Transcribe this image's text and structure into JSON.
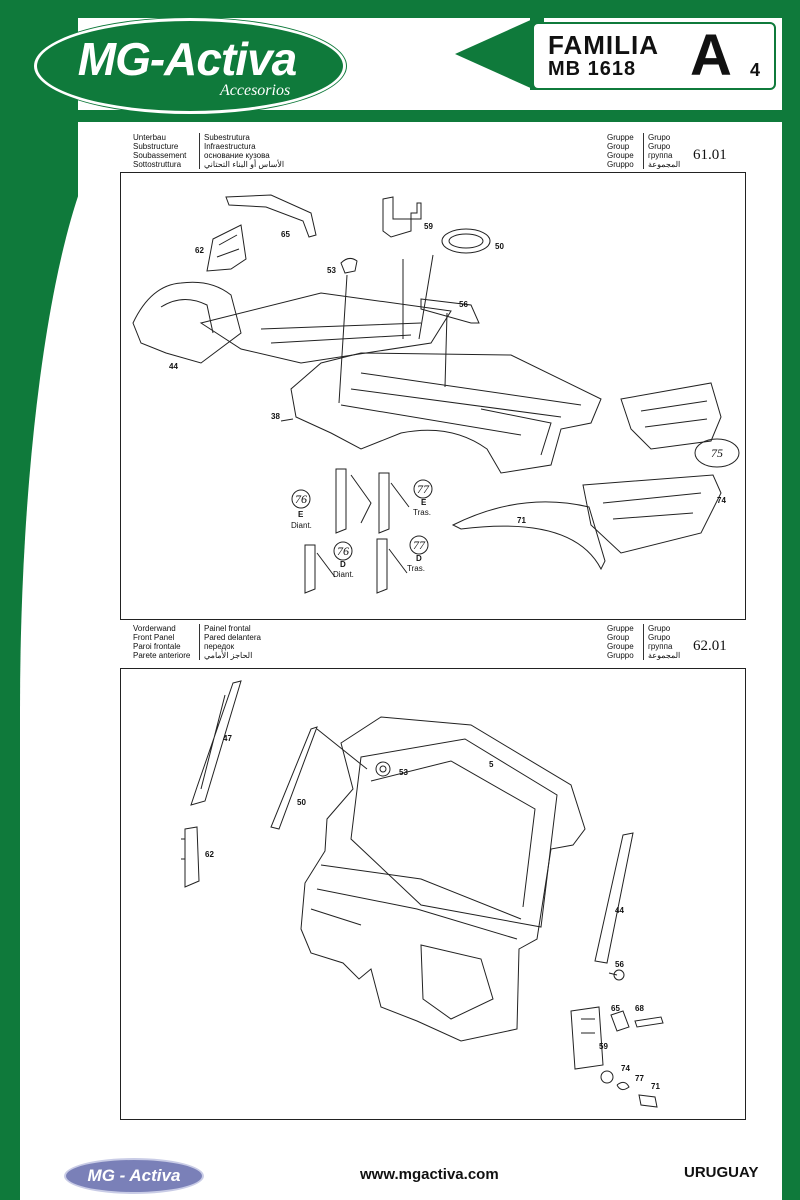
{
  "brand": {
    "logo_title": "MG-Activa",
    "logo_subtitle": "Accesorios",
    "color": "#0f7a3b"
  },
  "family": {
    "line1": "FAMILIA",
    "line2": "MB 1618",
    "letter": "A",
    "number": "4"
  },
  "section1": {
    "labels_left": [
      "Unterbau",
      "Substructure",
      "Soubassement",
      "Sottostruttura"
    ],
    "labels_right": [
      "Subestrutura",
      "Infraestructura",
      "основание кузова",
      "الأساس أو البناء التحتاني"
    ],
    "group_left": [
      "Gruppe",
      "Group",
      "Groupe",
      "Gruppo"
    ],
    "group_right": [
      "Grupo",
      "Grupo",
      "группа",
      "المجموعة"
    ],
    "code": "61.01",
    "callouts": [
      "65",
      "62",
      "59",
      "50",
      "53",
      "56",
      "44",
      "38",
      "75",
      "74",
      "71"
    ],
    "notes": {
      "n76e": "76",
      "e1": "E",
      "diant1": "Diant.",
      "n77e": "77",
      "e2": "E",
      "tras1": "Tras.",
      "n76d": "76",
      "d1": "D",
      "diant2": "Diant.",
      "n77d": "77",
      "d2": "D",
      "tras2": "Tras."
    }
  },
  "section2": {
    "labels_left": [
      "Vorderwand",
      "Front Panel",
      "Paroi frontale",
      "Parete anteriore"
    ],
    "labels_right": [
      "Painel frontal",
      "Pared delantera",
      "передок",
      "الحاجز الأمامي"
    ],
    "group_left": [
      "Gruppe",
      "Group",
      "Groupe",
      "Gruppo"
    ],
    "group_right": [
      "Grupo",
      "Grupo",
      "группа",
      "المجموعة"
    ],
    "code": "62.01",
    "callouts": [
      "47",
      "53",
      "5",
      "50",
      "62",
      "44",
      "56",
      "65",
      "68",
      "59",
      "74",
      "77",
      "71"
    ]
  },
  "footer": {
    "logo": "MG - Activa",
    "url": "www.mgactiva.com",
    "country": "URUGUAY"
  }
}
